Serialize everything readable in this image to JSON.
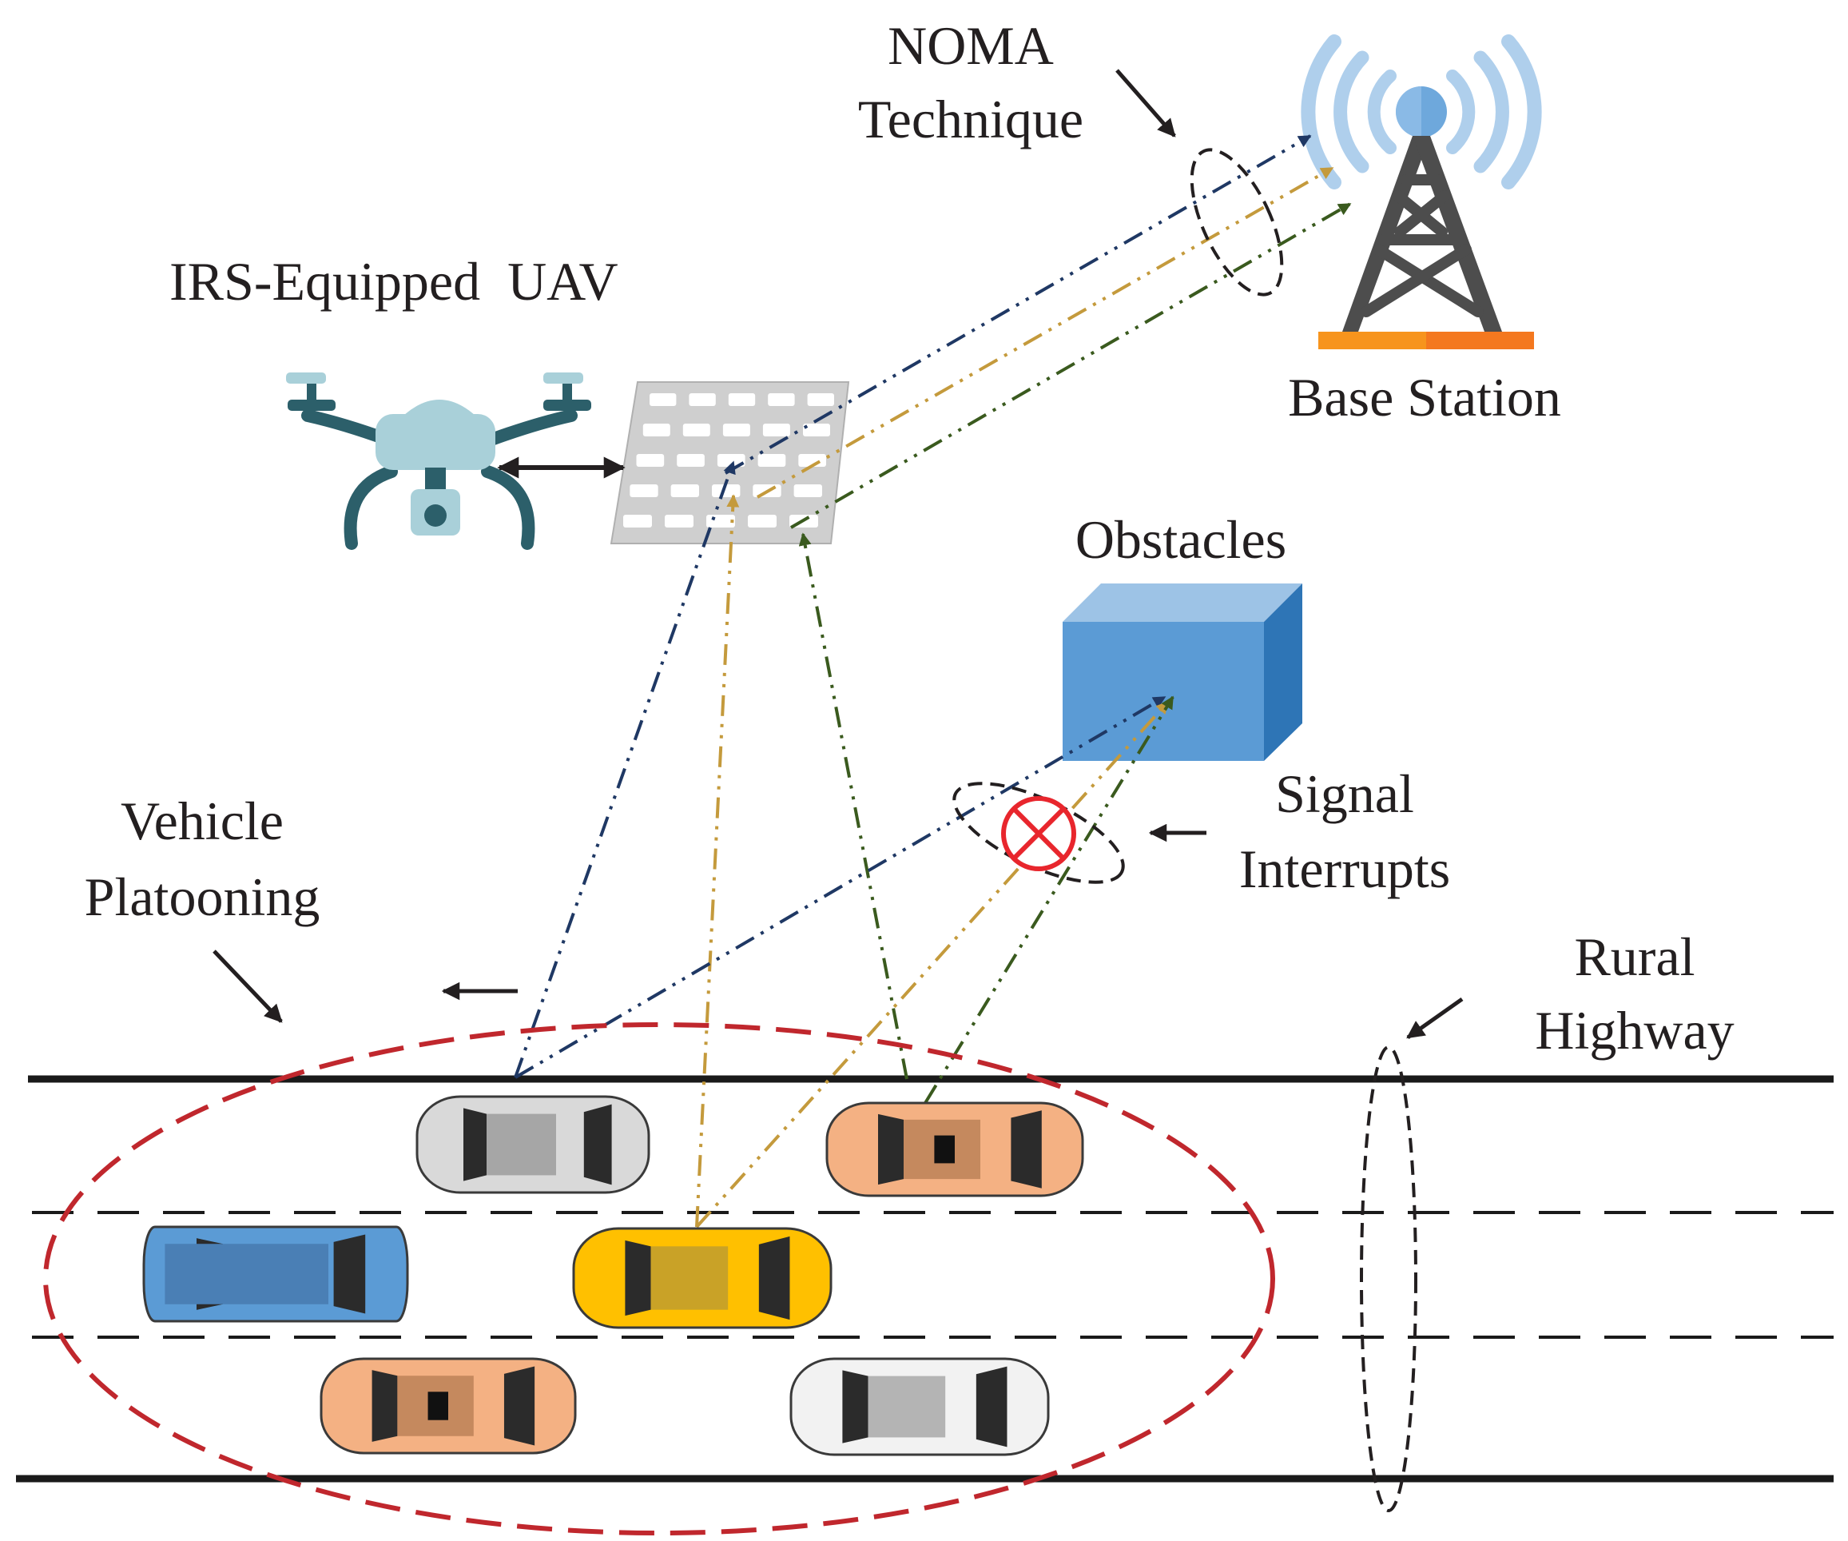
{
  "labels": {
    "noma_line1": "NOMA",
    "noma_line2": "Technique",
    "uav": "IRS-Equipped  UAV",
    "base_station": "Base Station",
    "obstacles": "Obstacles",
    "signal_line1": "Signal",
    "signal_line2": "Interrupts",
    "vehicle_line1": "Vehicle",
    "vehicle_line2": "Platooning",
    "rural_line1": "Rural",
    "rural_line2": "Highway"
  },
  "colors": {
    "signal_blue": "#1f3864",
    "signal_gold": "#c49a3c",
    "signal_green": "#3a5a1e",
    "platoon_ellipse": "#c0272d",
    "interrupt_mark": "#e8262d",
    "obstacle_front": "#5b9bd5",
    "obstacle_top": "#9dc3e6",
    "obstacle_side": "#2e75b6",
    "tower": "#4d4d4d",
    "tower_base": "#f7941d",
    "wave": "#6ea8dc",
    "drone_body": "#a9d0d9",
    "drone_arms": "#2c5f6a"
  },
  "icons": [
    "drone-icon",
    "irs-panel-icon",
    "tower-icon",
    "obstacle-box-icon",
    "car-icon",
    "van-icon",
    "interrupt-icon"
  ]
}
